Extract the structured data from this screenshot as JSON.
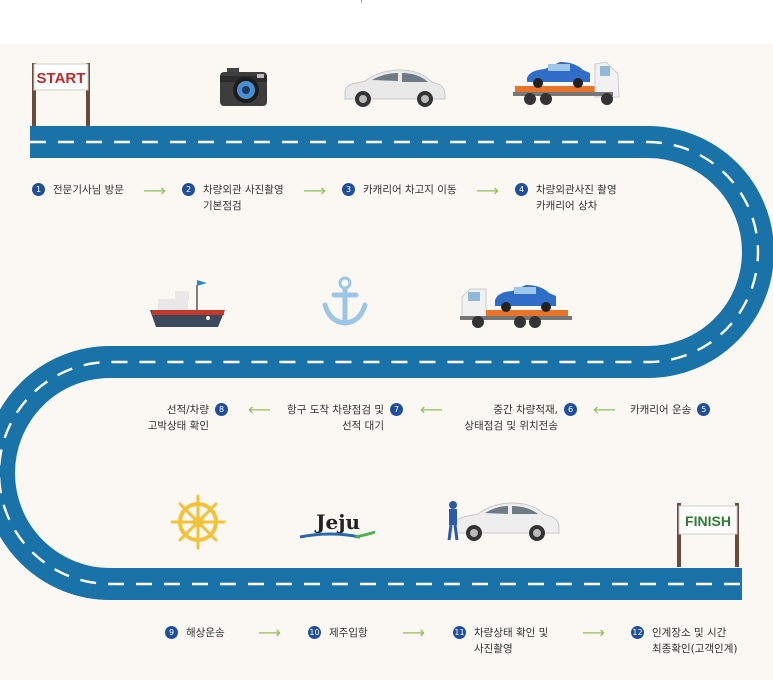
{
  "start_label": "START",
  "finish_label": "FINISH",
  "jeju_label": "Jeju",
  "steps": [
    {
      "num": "1",
      "text": "전문기사님 방문"
    },
    {
      "num": "2",
      "text": "차량외관 사진촬영\n기본점검"
    },
    {
      "num": "3",
      "text": "카캐리어 차고지 이동"
    },
    {
      "num": "4",
      "text": "차량외관사진 촬영\n카캐리어 상차"
    },
    {
      "num": "5",
      "text": "카캐리어 운송"
    },
    {
      "num": "6",
      "text": "중간 차량적재,\n상태점검 및 위치전송"
    },
    {
      "num": "7",
      "text": "항구 도착 차량점검 및\n선적 대기"
    },
    {
      "num": "8",
      "text": "선적/차량\n고박상태 확인"
    },
    {
      "num": "9",
      "text": "해상운송"
    },
    {
      "num": "10",
      "text": "제주입항"
    },
    {
      "num": "11",
      "text": "차량상태 확인 및\n사진촬영"
    },
    {
      "num": "12",
      "text": "인계장소 및 시간\n최종확인(고객인계)"
    }
  ],
  "colors": {
    "road": "#1a73a8",
    "road_dash": "#ffffff",
    "badge": "#1f4f9a",
    "arrow": "#8fc15a",
    "background": "#fbf8f3"
  },
  "icons": [
    "start-sign-icon",
    "camera-icon",
    "car-icon",
    "car-carrier-truck-icon",
    "ship-icon",
    "anchor-icon",
    "ship-wheel-icon",
    "jeju-logo-icon",
    "mechanic-car-icon",
    "finish-sign-icon"
  ]
}
